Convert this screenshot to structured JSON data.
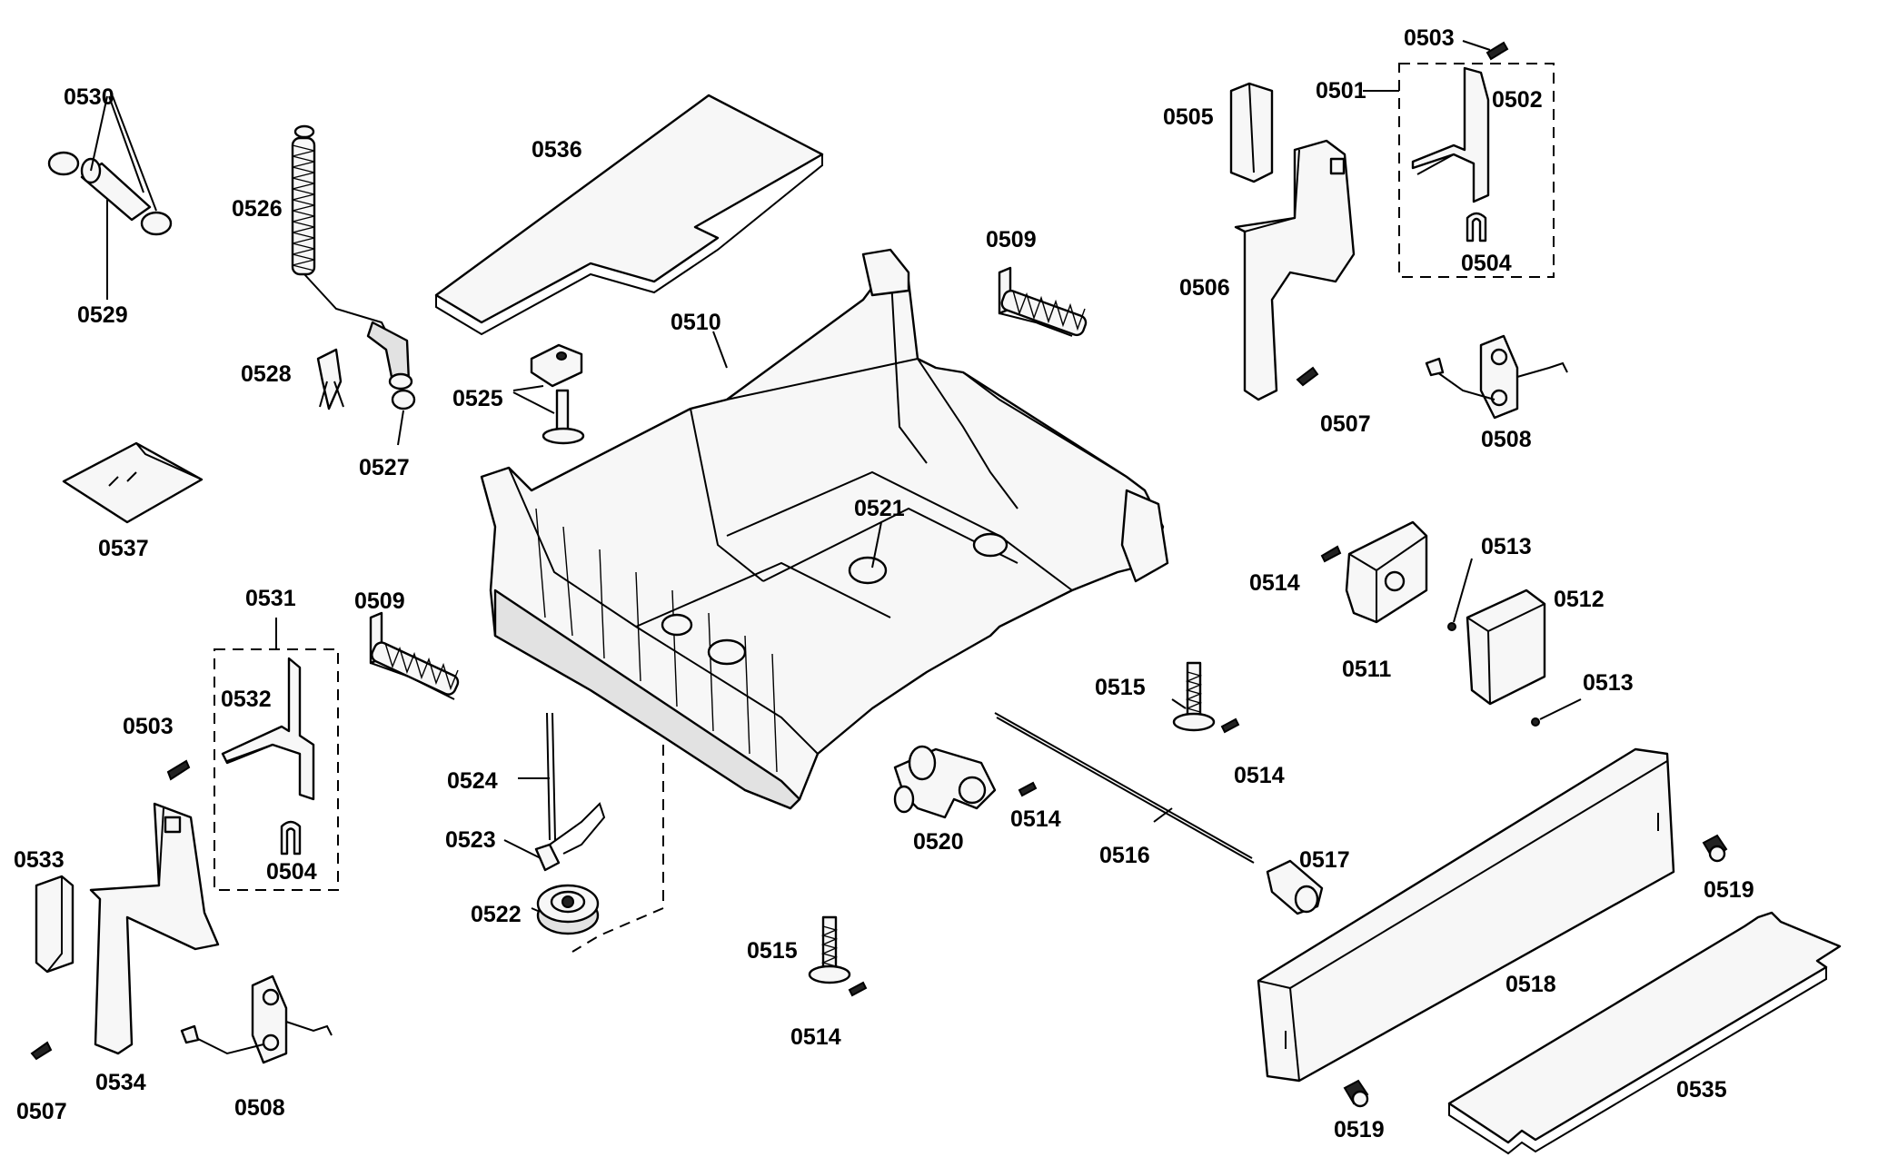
{
  "labels": {
    "p0501": "0501",
    "p0502": "0502",
    "p0503": "0503",
    "p0504": "0504",
    "p0505": "0505",
    "p0506": "0506",
    "p0507": "0507",
    "p0508": "0508",
    "p0509": "0509",
    "p0510": "0510",
    "p0511": "0511",
    "p0512": "0512",
    "p0513": "0513",
    "p0514": "0514",
    "p0515": "0515",
    "p0516": "0516",
    "p0517": "0517",
    "p0518": "0518",
    "p0519": "0519",
    "p0520": "0520",
    "p0521": "0521",
    "p0522": "0522",
    "p0523": "0523",
    "p0524": "0524",
    "p0525": "0525",
    "p0526": "0526",
    "p0527": "0527",
    "p0528": "0528",
    "p0529": "0529",
    "p0530": "0530",
    "p0531": "0531",
    "p0532": "0532",
    "p0533": "0533",
    "p0534": "0534",
    "p0535": "0535",
    "p0536": "0536",
    "p0537": "0537"
  }
}
